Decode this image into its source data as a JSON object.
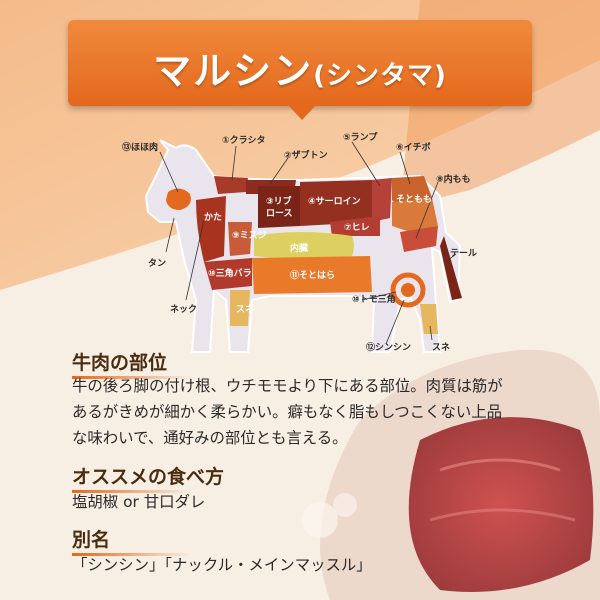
{
  "title": {
    "main": "マルシン",
    "sub": "(シンタマ)"
  },
  "diagram": {
    "labels": {
      "hoho": "⑬ほほ肉",
      "kurashita": "①クラシタ",
      "zabuton": "②ザブトン",
      "ranpu": "⑤ランプ",
      "ichibo": "⑥イチボ",
      "uchimomo": "⑧内もも",
      "tan": "タン",
      "teru": "テール",
      "nekku": "ネック",
      "tomosankaku": "⑩トモ三角",
      "shinshin": "⑫シンシン",
      "sune_hind": "スネ"
    },
    "inner": {
      "ribroast": "③リブ",
      "ribroast2": "ロース",
      "sirloin": "④サーロイン",
      "hire": "⑦ヒレ",
      "sotomomo": "そともも",
      "kata": "かた",
      "misuji": "⑨ミスジ",
      "naizou": "内臓",
      "sotobara": "⑪そとはら",
      "sankakubara": "⑩三角バラ",
      "sune_fore": "スネ"
    }
  },
  "sections": [
    {
      "heading": "牛肉の部位",
      "lines": [
        "牛の後ろ脚の付け根、ウチモモより下にある部位。肉質は筋が",
        "あるがきめが細かく柔らかい。癖もなく脂もしつこくない上品",
        "な味わいで、通好みの部位とも言える。"
      ]
    },
    {
      "heading": "オススメの食べ方",
      "lines": [
        "塩胡椒 or 甘口ダレ"
      ]
    },
    {
      "heading": "別名",
      "lines": [
        "「シンシン」「ナックル・メインマッスル」"
      ]
    }
  ]
}
